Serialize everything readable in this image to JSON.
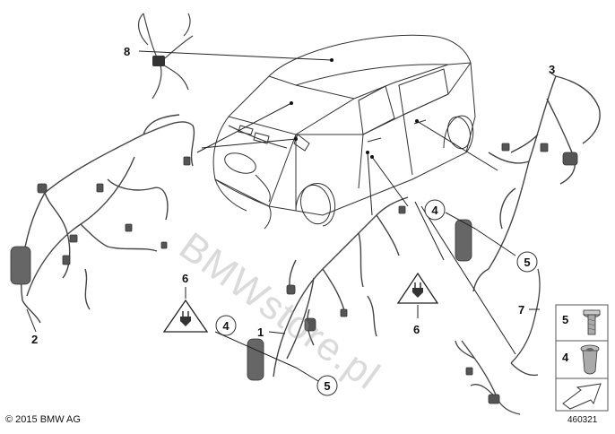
{
  "callouts": {
    "c1": "1",
    "c2": "2",
    "c3": "3",
    "c4a": "4",
    "c4b": "4",
    "c5a": "5",
    "c5b": "5",
    "c6a": "6",
    "c6b": "6",
    "c7": "7",
    "c8": "8"
  },
  "legend": {
    "item5": "5",
    "item4": "4"
  },
  "footer": {
    "copyright": "© 2015 BMW AG",
    "ref_number": "460321"
  },
  "watermark": "BMWstore.pl",
  "colors": {
    "line": "#222222",
    "wire": "#444444",
    "car_outline": "#333333"
  }
}
